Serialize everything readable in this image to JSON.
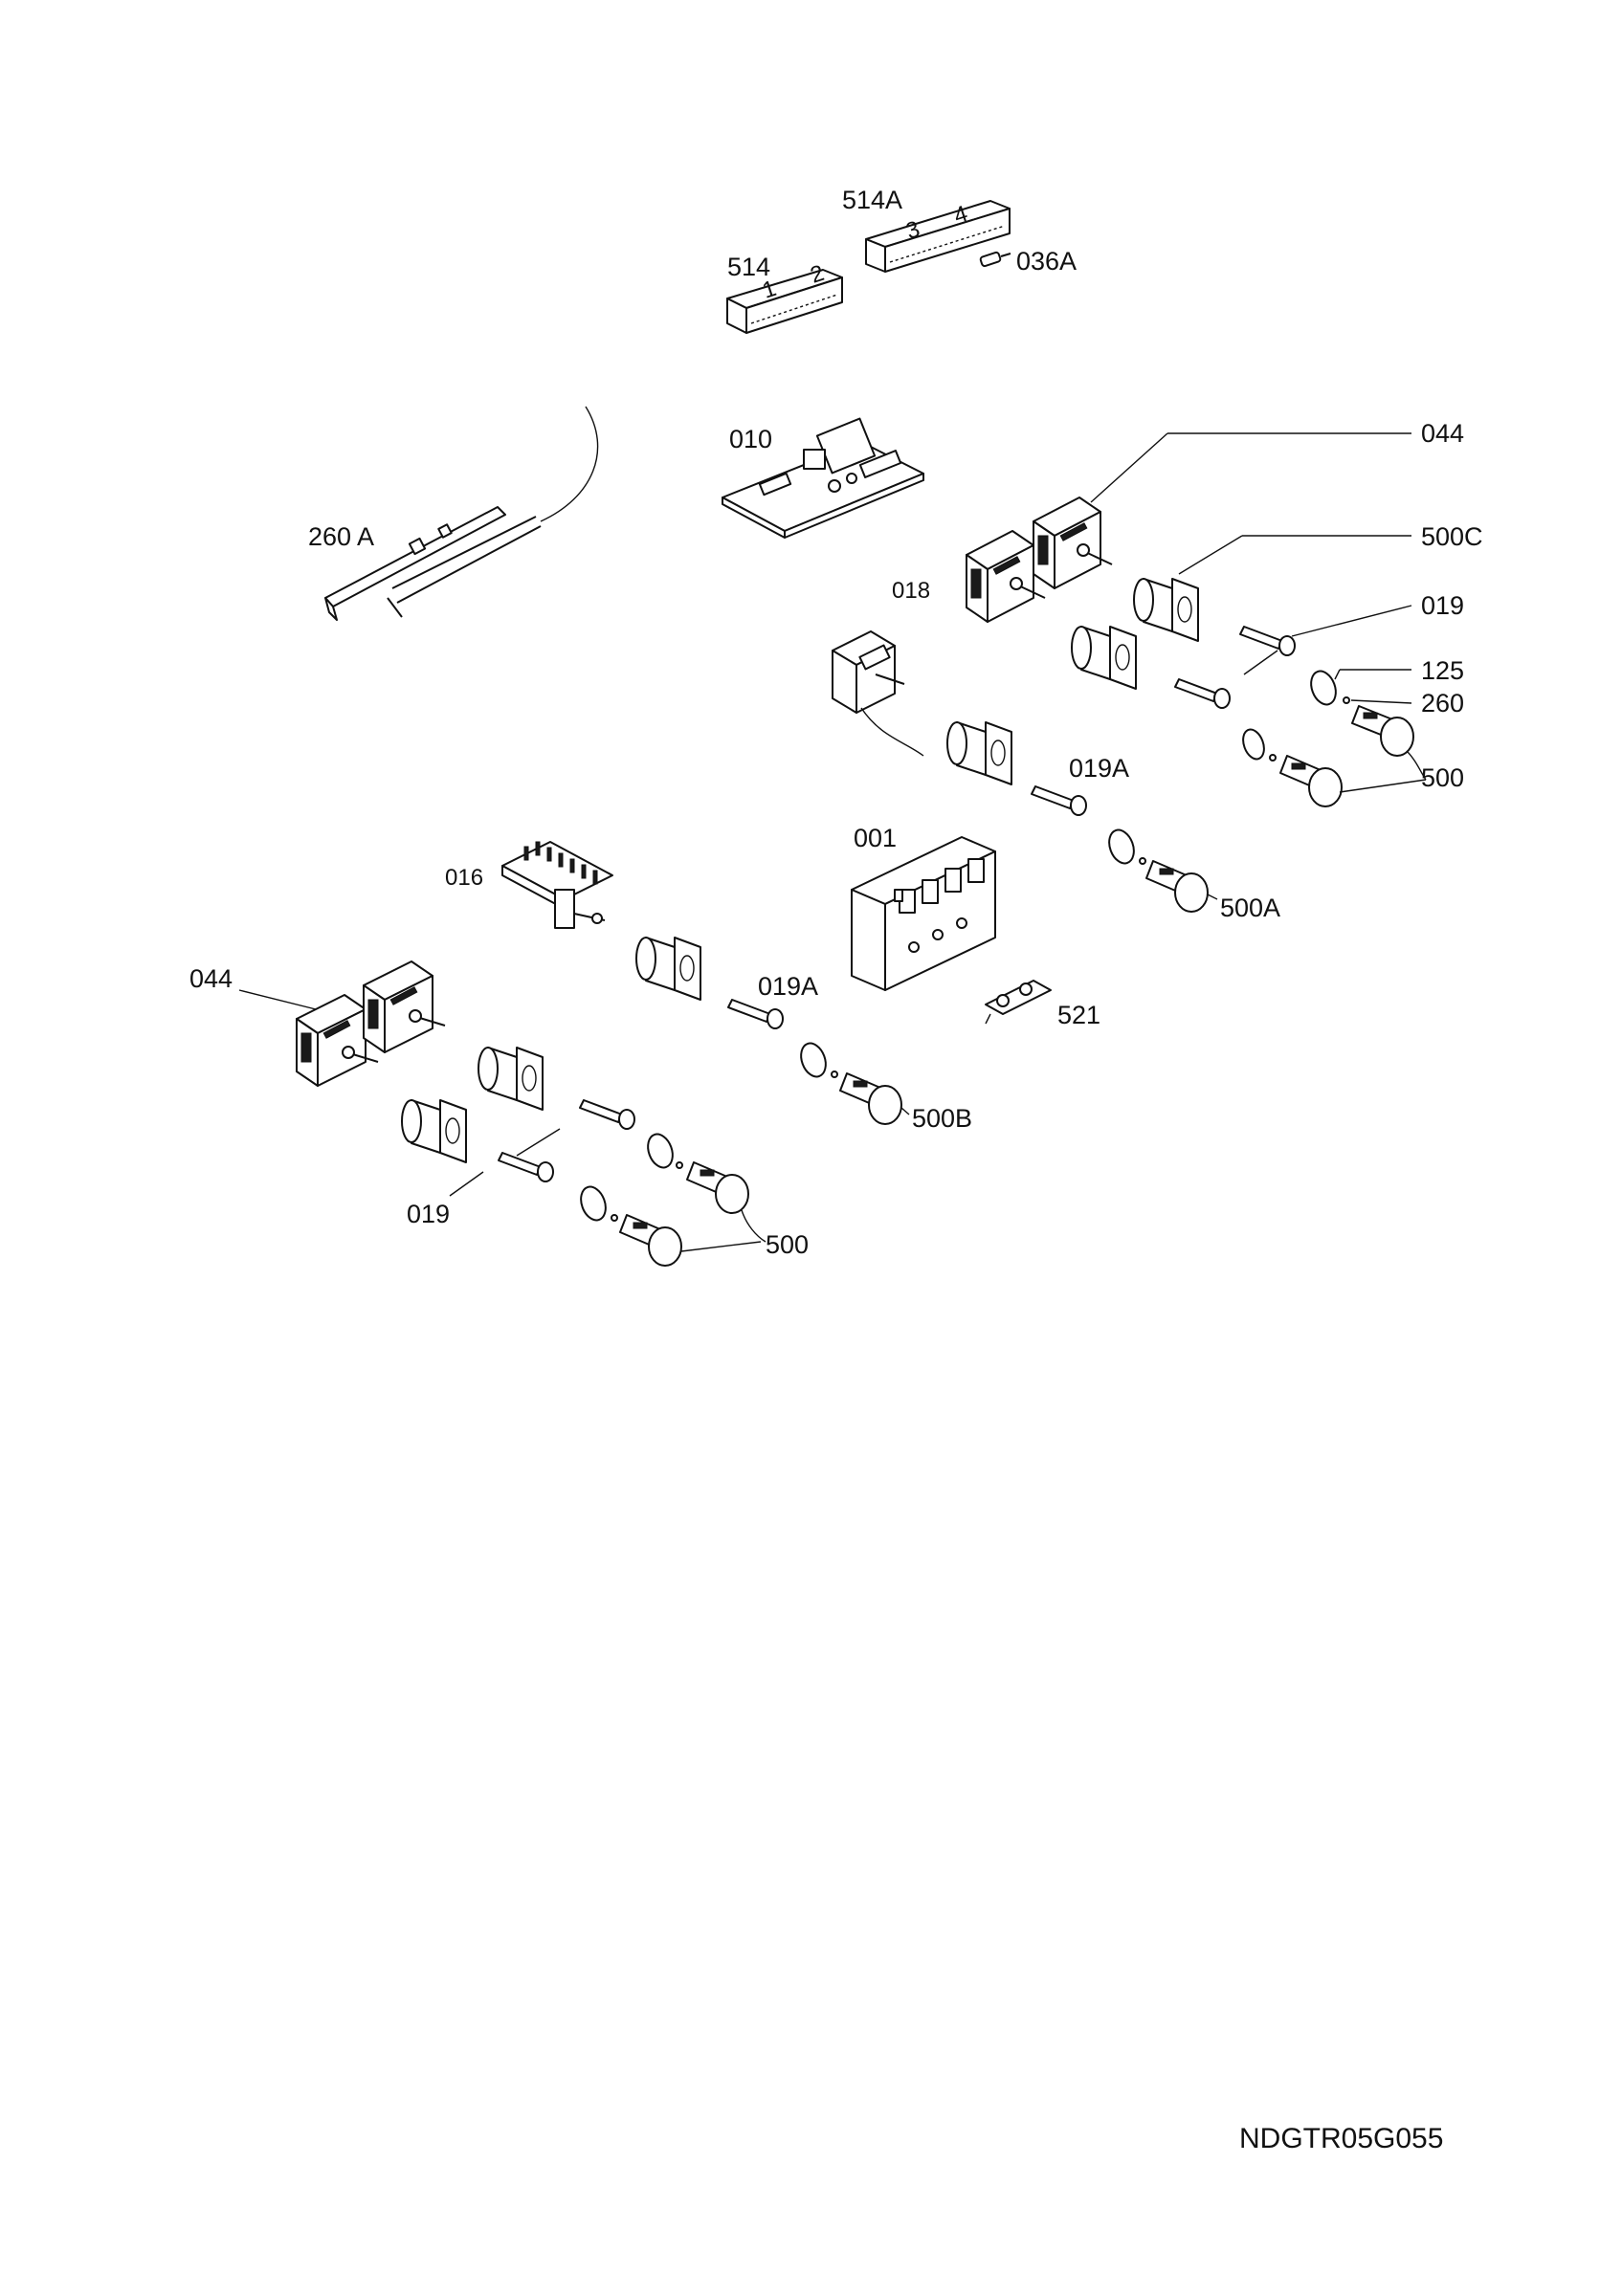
{
  "diagram": {
    "labels": {
      "l514A": "514A",
      "l514": "514",
      "l036A": "036A",
      "l010": "010",
      "l260A": "260 A",
      "l044top": "044",
      "l500C": "500C",
      "l018": "018",
      "l019top": "019",
      "l125": "125",
      "l260": "260",
      "l500top": "500",
      "l019Atop": "019A",
      "l001": "001",
      "l016": "016",
      "l500A": "500A",
      "l044left": "044",
      "l019Amid": "019A",
      "l521": "521",
      "l500B": "500B",
      "l019bottom": "019",
      "l500bottom": "500"
    },
    "drawing_code": "NDGTR05G055"
  }
}
